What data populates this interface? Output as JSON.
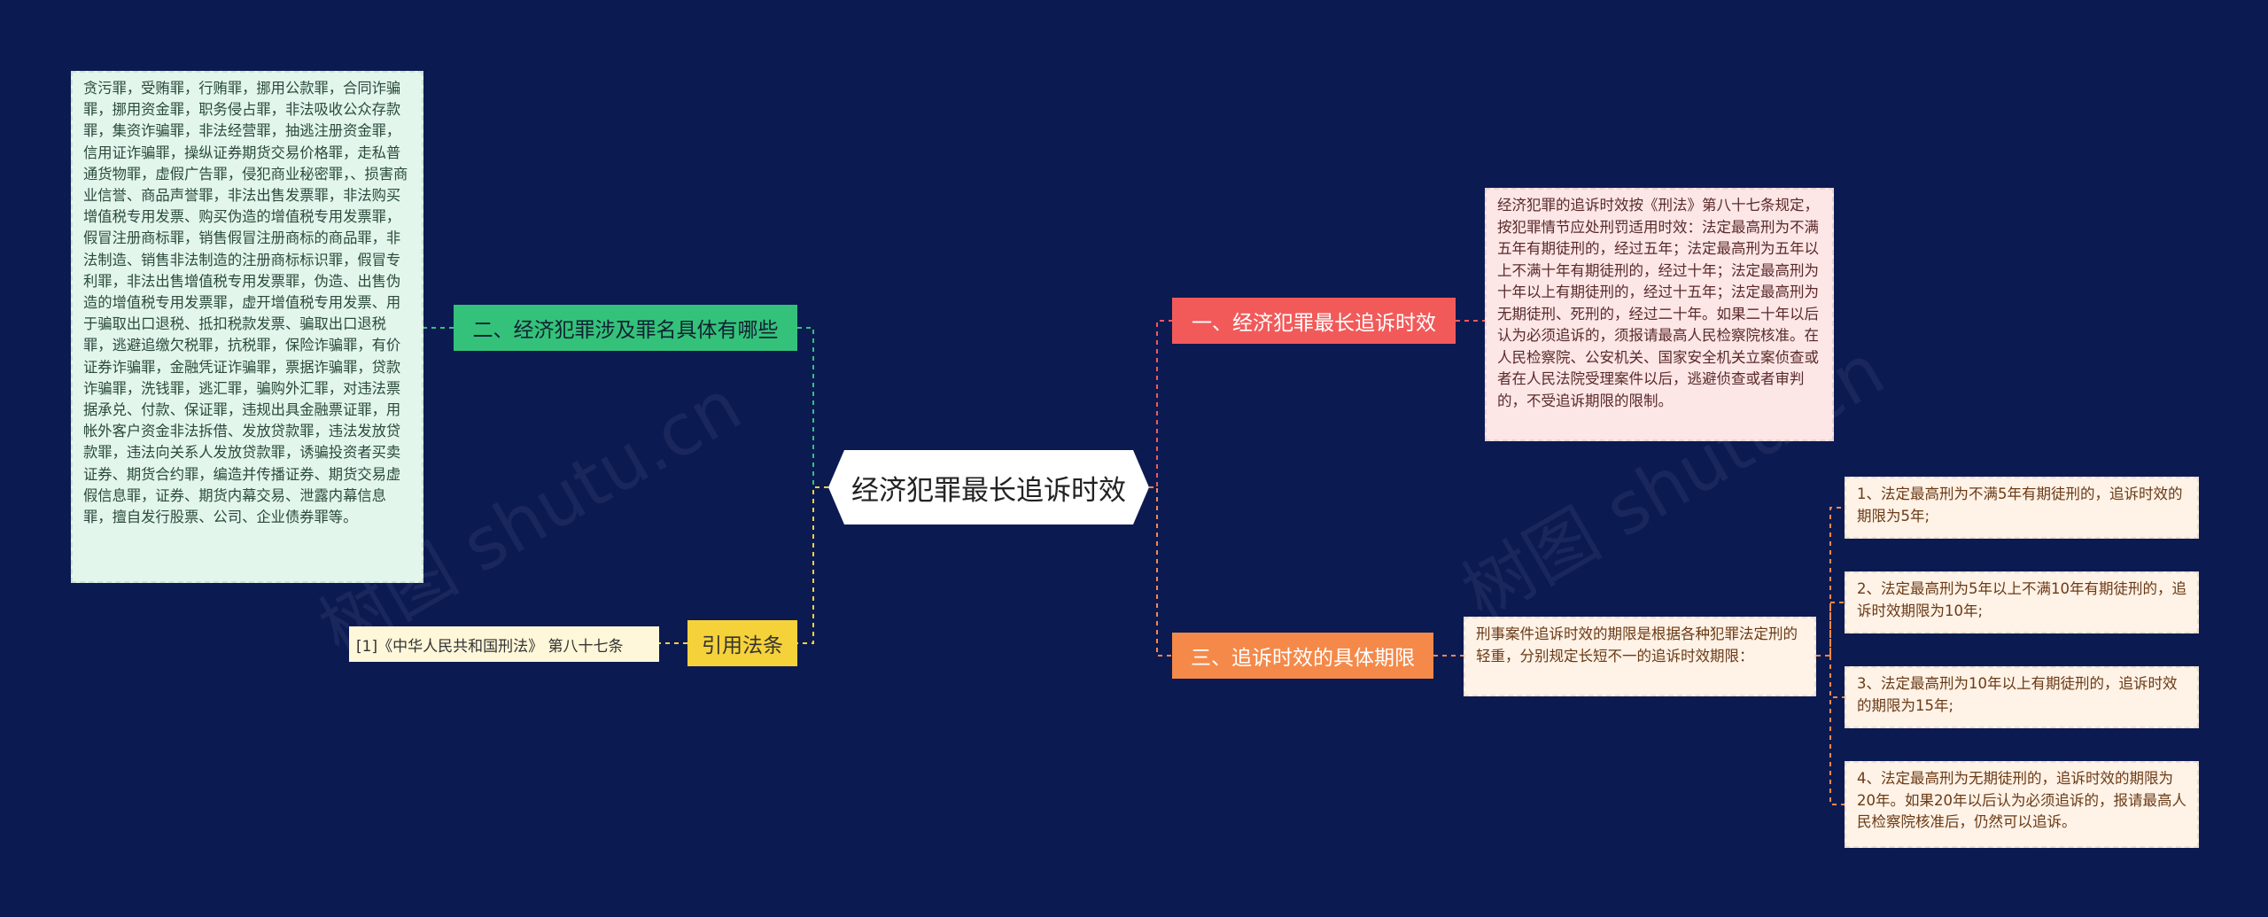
{
  "center": {
    "title": "经济犯罪最长追诉时效"
  },
  "branches": {
    "b1": "一、经济犯罪最长追诉时效",
    "b2": "二、经济犯罪涉及罪名具体有哪些",
    "b3": "三、追诉时效的具体期限",
    "b4": "引用法条"
  },
  "leaves": {
    "b1_text": "经济犯罪的追诉时效按《刑法》第八十七条规定，按犯罪情节应处刑罚适用时效：法定最高刑为不满五年有期徒刑的，经过五年；法定最高刑为五年以上不满十年有期徒刑的，经过十年；法定最高刑为十年以上有期徒刑的，经过十五年；法定最高刑为无期徒刑、死刑的，经过二十年。如果二十年以后认为必须追诉的，须报请最高人民检察院核准。在人民检察院、公安机关、国家安全机关立案侦查或者在人民法院受理案件以后，逃避侦查或者审判的，不受追诉期限的限制。",
    "b2_text": "贪污罪，受贿罪，行贿罪，挪用公款罪，合同诈骗罪，挪用资金罪，职务侵占罪，非法吸收公众存款罪，集资诈骗罪，非法经营罪，抽逃注册资金罪，信用证诈骗罪，操纵证券期货交易价格罪，走私普通货物罪，虚假广告罪，侵犯商业秘密罪，、损害商业信誉、商品声誉罪，非法出售发票罪，非法购买增值税专用发票、购买伪造的增值税专用发票罪，假冒注册商标罪，销售假冒注册商标的商品罪，非法制造、销售非法制造的注册商标标识罪，假冒专利罪，非法出售增值税专用发票罪，伪造、出售伪造的增值税专用发票罪，虚开增值税专用发票、用于骗取出口退税、抵扣税款发票、骗取出口退税罪，逃避追缴欠税罪，抗税罪，保险诈骗罪，有价证券诈骗罪，金融凭证诈骗罪，票据诈骗罪，贷款诈骗罪，洗钱罪，逃汇罪，骗购外汇罪，对违法票据承兑、付款、保证罪，违规出具金融票证罪，用帐外客户资金非法拆借、发放贷款罪，违法发放贷款罪，违法向关系人发放贷款罪，诱骗投资者买卖证券、期货合约罪，编造并传播证券、期货交易虚假信息罪，证券、期货内幕交易、泄露内幕信息罪，擅自发行股票、公司、企业债券罪等。",
    "b3_text": "刑事案件追诉时效的期限是根据各种犯罪法定刑的轻重，分别规定长短不一的追诉时效期限：",
    "b3_items": [
      "1、法定最高刑为不满5年有期徒刑的，追诉时效的期限为5年;",
      "2、法定最高刑为5年以上不满10年有期徒刑的，追诉时效期限为10年;",
      "3、法定最高刑为10年以上有期徒刑的，追诉时效的期限为15年;",
      "4、法定最高刑为无期徒刑的，追诉时效的期限为20年。如果20年以后认为必须追诉的，报请最高人民检察院核准后，仍然可以追诉。"
    ],
    "b4_text": "[1]《中华人民共和国刑法》 第八十七条"
  },
  "watermark": "树图 shutu.cn",
  "colors": {
    "background": "#0c1a52",
    "branch_red": "#f25a5a",
    "branch_orange": "#f5894a",
    "branch_green": "#34c27a",
    "branch_yellow": "#f6d23a"
  }
}
